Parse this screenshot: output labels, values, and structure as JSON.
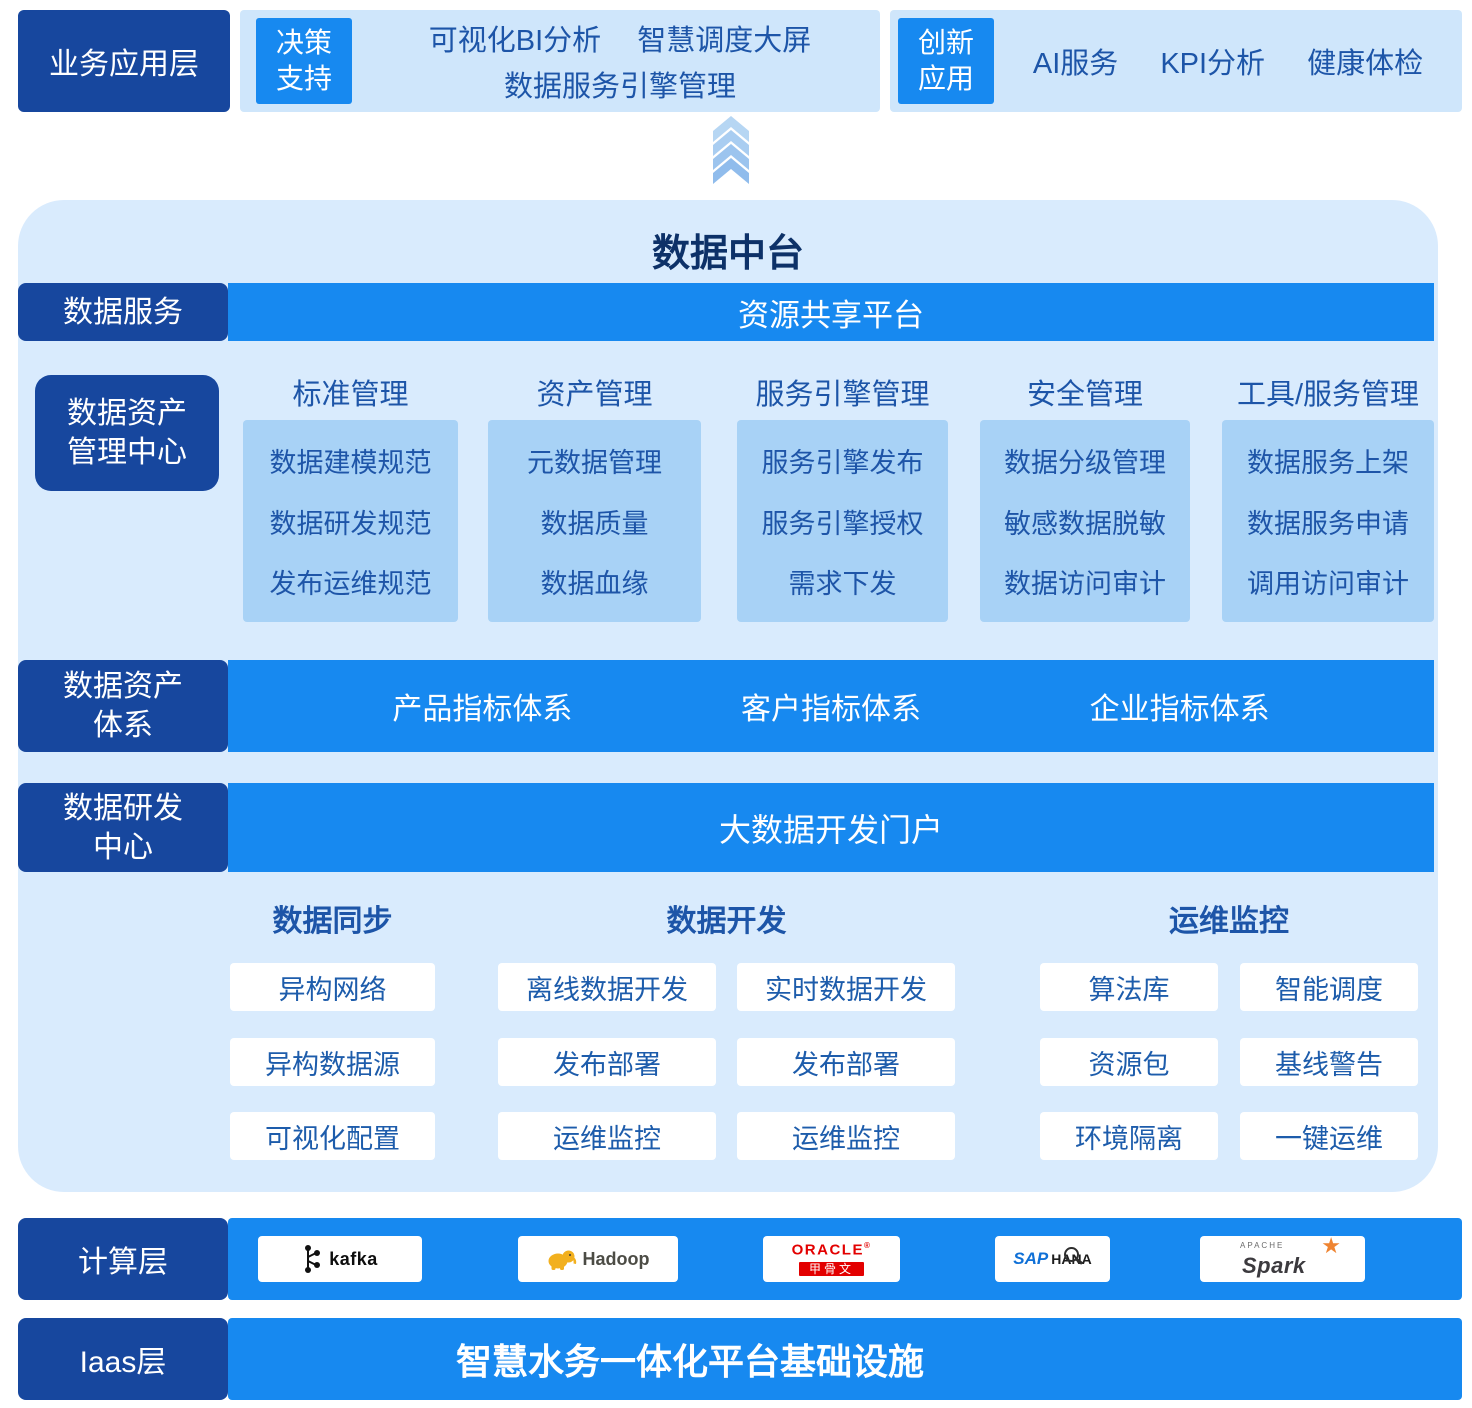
{
  "colors": {
    "navy": "#17479e",
    "bright_blue": "#1789f0",
    "panel_light_blue": "#d9ebfd",
    "strip_light_blue": "#cfe6fb",
    "inner_box_blue": "#a8d2f6",
    "text_blue": "#1d55a8",
    "title_navy": "#0d3168",
    "oracle_red": "#e30000",
    "hadoop_yellow": "#f2b01e",
    "sap_blue": "#0f70d7",
    "spark_orange": "#ef8431"
  },
  "icons": {
    "up_arrow": "stacked-up-chevrons",
    "spark_star": "★"
  },
  "business_layer": {
    "label": "业务应用层",
    "decision_group": {
      "badge_line1": "决策",
      "badge_line2": "支持",
      "item1": "可视化BI分析",
      "item2": "智慧调度大屏",
      "item3": "数据服务引擎管理"
    },
    "innovation_group": {
      "badge_line1": "创新",
      "badge_line2": "应用",
      "item1": "AI服务",
      "item2": "KPI分析",
      "item3": "健康体检"
    }
  },
  "platform": {
    "title": "数据中台",
    "data_service": {
      "label": "数据服务",
      "bar": "资源共享平台"
    },
    "asset_center": {
      "label_line1": "数据资产",
      "label_line2": "管理中心",
      "columns": [
        {
          "header": "标准管理",
          "items": [
            "数据建模规范",
            "数据研发规范",
            "发布运维规范"
          ]
        },
        {
          "header": "资产管理",
          "items": [
            "元数据管理",
            "数据质量",
            "数据血缘"
          ]
        },
        {
          "header": "服务引擎管理",
          "items": [
            "服务引擎发布",
            "服务引擎授权",
            "需求下发"
          ]
        },
        {
          "header": "安全管理",
          "items": [
            "数据分级管理",
            "敏感数据脱敏",
            "数据访问审计"
          ]
        },
        {
          "header": "工具/服务管理",
          "items": [
            "数据服务上架",
            "数据服务申请",
            "调用访问审计"
          ]
        }
      ]
    },
    "asset_system": {
      "label_line1": "数据资产",
      "label_line2": "体系",
      "items": [
        "产品指标体系",
        "客户指标体系",
        "企业指标体系"
      ]
    },
    "dev_center": {
      "label_line1": "数据研发",
      "label_line2": "中心",
      "bar": "大数据开发门户",
      "sync": {
        "header": "数据同步",
        "items": [
          "异构网络",
          "异构数据源",
          "可视化配置"
        ]
      },
      "develop": {
        "header": "数据开发",
        "col1": [
          "离线数据开发",
          "发布部署",
          "运维监控"
        ],
        "col2": [
          "实时数据开发",
          "发布部署",
          "运维监控"
        ]
      },
      "ops": {
        "header": "运维监控",
        "col1": [
          "算法库",
          "资源包",
          "环境隔离"
        ],
        "col2": [
          "智能调度",
          "基线警告",
          "一键运维"
        ]
      }
    }
  },
  "compute_layer": {
    "label": "计算层",
    "kafka": "kafka",
    "hadoop": "Hadoop",
    "oracle_word": "ORACLE",
    "oracle_reg": "®",
    "oracle_cn": "甲骨文",
    "sap": "SAP",
    "hana": "HANA",
    "apache": "APACHE",
    "spark": "Spark"
  },
  "iaas_layer": {
    "label": "Iaas层",
    "bar": "智慧水务一体化平台基础设施"
  }
}
